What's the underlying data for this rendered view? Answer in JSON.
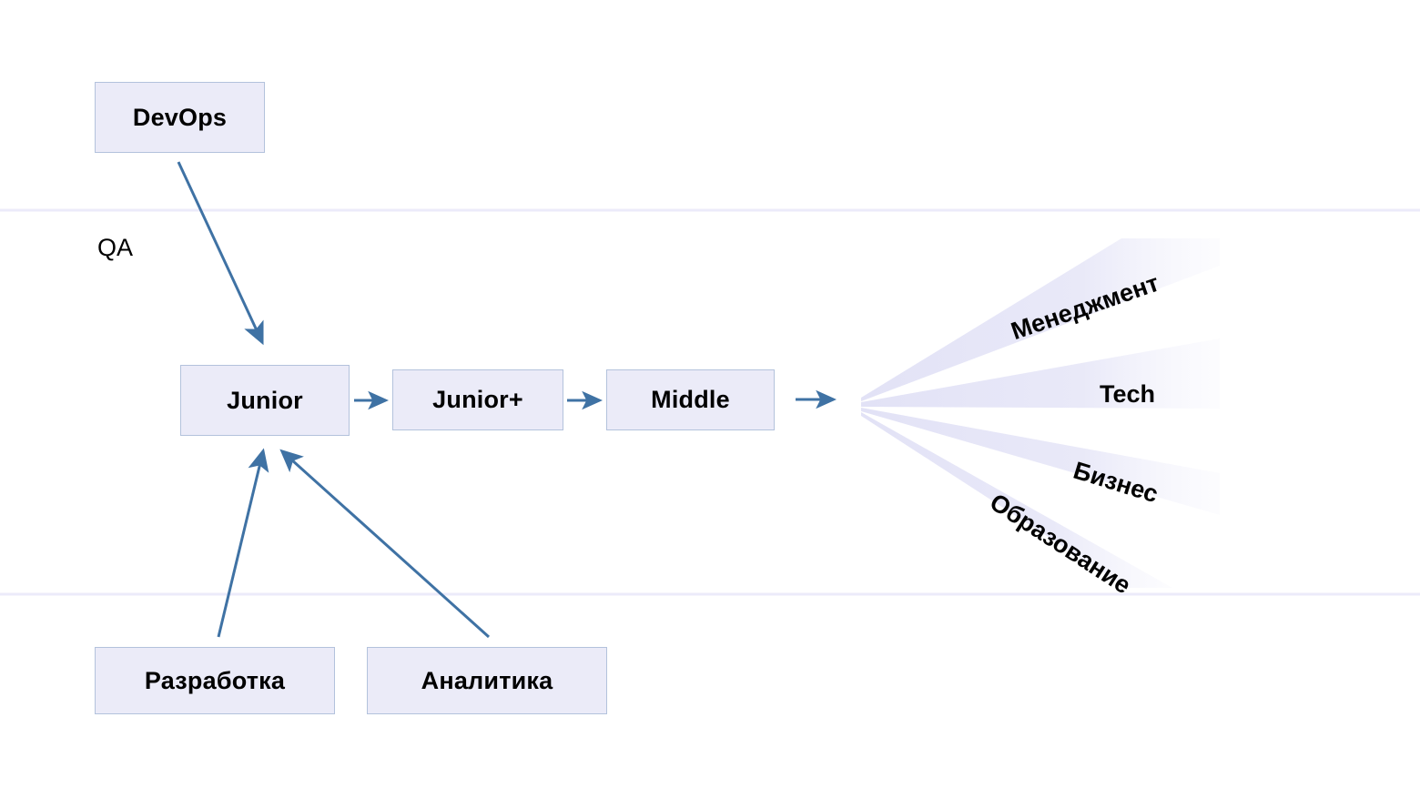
{
  "diagram": {
    "title": "QA career path diagram",
    "background_color": "#ffffff",
    "box_fill_color": "#ebebf8",
    "box_border_color": "#b3c2dc",
    "arrow_color": "#3f72a4",
    "fan_color": "#e6e6f8",
    "divider_color": "#eeeefb",
    "section_label": "QA",
    "nodes": {
      "devops": "DevOps",
      "junior": "Junior",
      "junior_plus": "Junior+",
      "middle": "Middle",
      "razrabotka": "Разработка",
      "analitika": "Аналитика"
    },
    "fan_labels": [
      {
        "text": "Менеджмент",
        "rotation_deg": -19
      },
      {
        "text": "Tech",
        "rotation_deg": 0
      },
      {
        "text": "Бизнес",
        "rotation_deg": 17
      },
      {
        "text": "Образование",
        "rotation_deg": 33
      }
    ]
  }
}
